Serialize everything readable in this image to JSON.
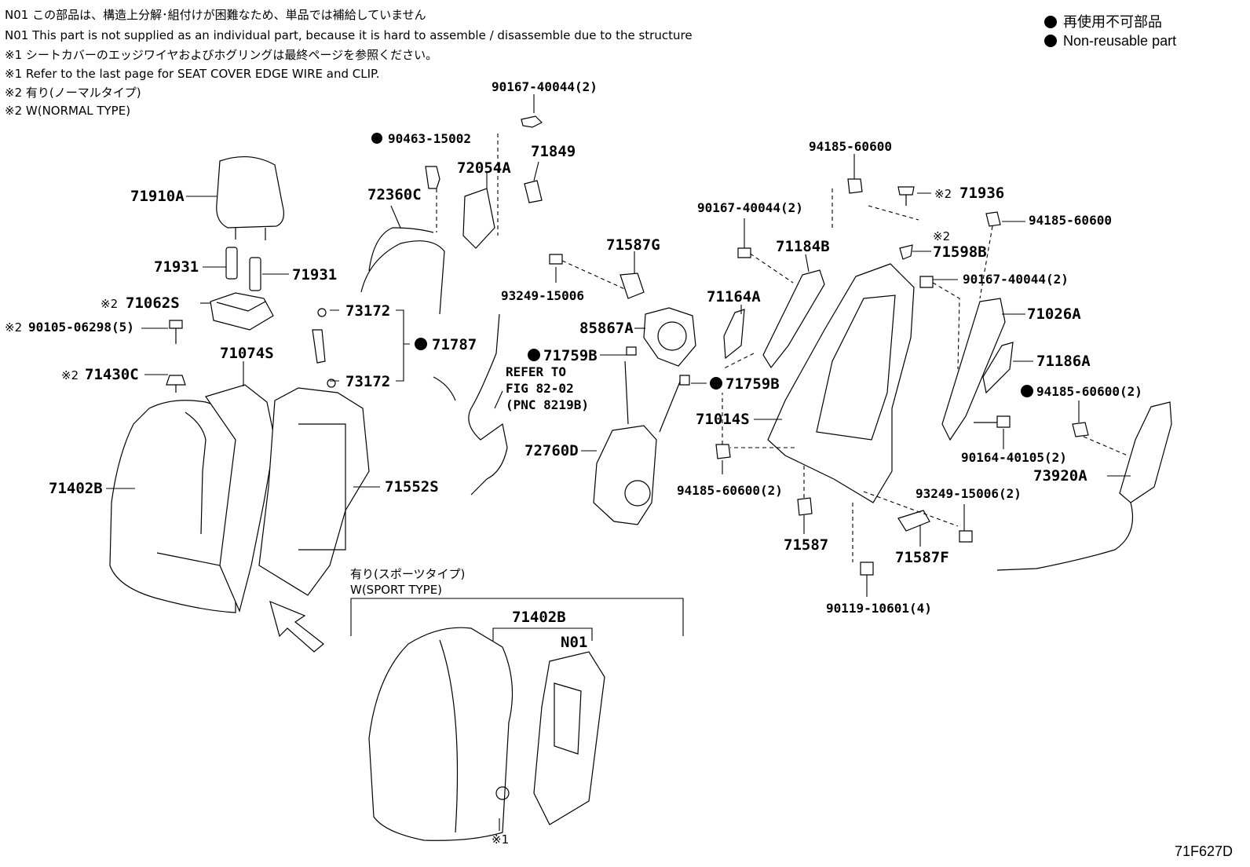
{
  "notes": [
    "N01 この部品は、構造上分解･組付けが困難なため、単品では補給していません",
    "N01 This part is not supplied as an individual part, because it is hard to assemble / disassemble due to the structure",
    "※1 シートカバーのエッジワイヤおよびホグリングは最終ページを参照ください。",
    "※1 Refer to the last page for SEAT COVER EDGE WIRE and CLIP.",
    "※2 有り(ノーマルタイプ)",
    "※2 W(NORMAL TYPE)"
  ],
  "legend": {
    "jp": "再使用不可部品",
    "en": "Non-reusable part"
  },
  "sport_type": {
    "jp": "有り(スポーツタイプ)",
    "en": "W(SPORT TYPE)"
  },
  "refer": {
    "line1": "REFER TO",
    "line2": "FIG 82-02",
    "line3": "(PNC 8219B)"
  },
  "labels": {
    "l_90167_40044_top": "90167-40044(2)",
    "l_90463_15002": "90463-15002",
    "l_71849": "71849",
    "l_72054A": "72054A",
    "l_71910A": "71910A",
    "l_72360C": "72360C",
    "l_71931_a": "71931",
    "l_71931_b": "71931",
    "l_71062S": "71062S",
    "l_90105_06298": "90105-06298(5)",
    "l_73172_a": "73172",
    "l_73172_b": "73172",
    "l_71787": "71787",
    "l_71074S": "71074S",
    "l_71430C": "71430C",
    "l_71402B": "71402B",
    "l_71552S": "71552S",
    "l_93249_15006": "93249-15006",
    "l_71587G": "71587G",
    "l_85867A": "85867A",
    "l_71759B_a": "71759B",
    "l_71759B_b": "71759B",
    "l_72760D": "72760D",
    "l_94185_60600_top": "94185-60600",
    "l_90167_40044_mid": "90167-40044(2)",
    "l_71184B": "71184B",
    "l_71164A": "71164A",
    "l_71014S": "71014S",
    "l_94185_60600_2a": "94185-60600(2)",
    "l_71936": "71936",
    "l_94185_60600_right": "94185-60600",
    "l_71598B": "71598B",
    "l_90167_40044_right": "90167-40044(2)",
    "l_71026A": "71026A",
    "l_71186A": "71186A",
    "l_94185_60600_2b": "94185-60600(2)",
    "l_90164_40105": "90164-40105(2)",
    "l_73920A": "73920A",
    "l_93249_15006_2": "93249-15006(2)",
    "l_71587": "71587",
    "l_71587F": "71587F",
    "l_90119_10601": "90119-10601(4)",
    "l_71402B_sport": "71402B",
    "l_N01": "N01"
  },
  "marks": {
    "m2": "※2",
    "m1": "※1"
  },
  "diagram_code": "71F627D"
}
